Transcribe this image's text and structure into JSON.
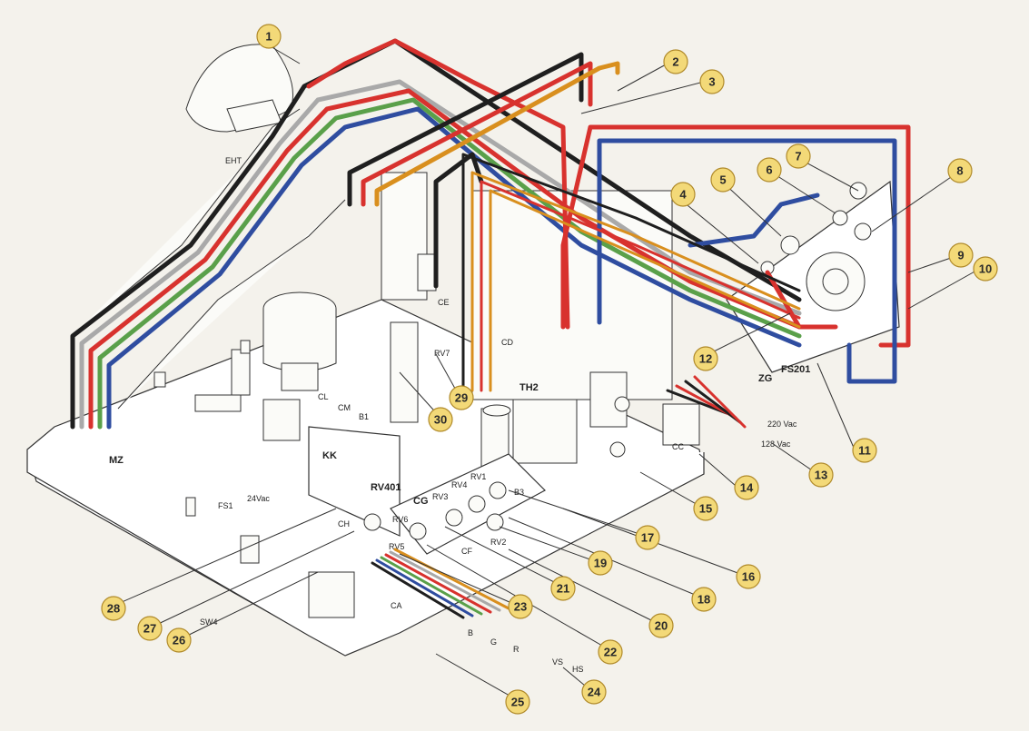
{
  "labels": {
    "eht": "EHT",
    "mz": "MZ",
    "kk": "KK",
    "cg": "CG",
    "ch": "CH",
    "cf": "CF",
    "ca": "CA",
    "cc": "CC",
    "ce": "CE",
    "cd": "CD",
    "cl": "CL",
    "cm": "CM",
    "b1": "B1",
    "b3": "B3",
    "th2": "TH2",
    "zg": "ZG",
    "fs201": "FS201",
    "rv1": "RV1",
    "rv2": "RV2",
    "rv3": "RV3",
    "rv4": "RV4",
    "rv5": "RV5",
    "rv6": "RV6",
    "rv7": "RV7",
    "rv401": "RV401",
    "sw4": "SW4",
    "fs1": "FS1",
    "v24": "24Vac",
    "v220": "220 Vac",
    "v128": "128 Vac",
    "pin_b": "B",
    "pin_g": "G",
    "pin_r": "R",
    "pin_vs": "VS",
    "pin_hs": "HS"
  },
  "callouts": [
    "1",
    "2",
    "3",
    "4",
    "5",
    "6",
    "7",
    "8",
    "9",
    "10",
    "11",
    "12",
    "13",
    "14",
    "15",
    "16",
    "17",
    "18",
    "19",
    "20",
    "21",
    "22",
    "23",
    "24",
    "25",
    "26",
    "27",
    "28",
    "29",
    "30"
  ],
  "colors": {
    "black": "#1f1f1f",
    "red": "#d8322e",
    "blue": "#2f4da0",
    "green": "#5aa04a",
    "orange": "#d98f1e",
    "grey": "#a9a9a9",
    "callout_fill": "#f3d978"
  }
}
